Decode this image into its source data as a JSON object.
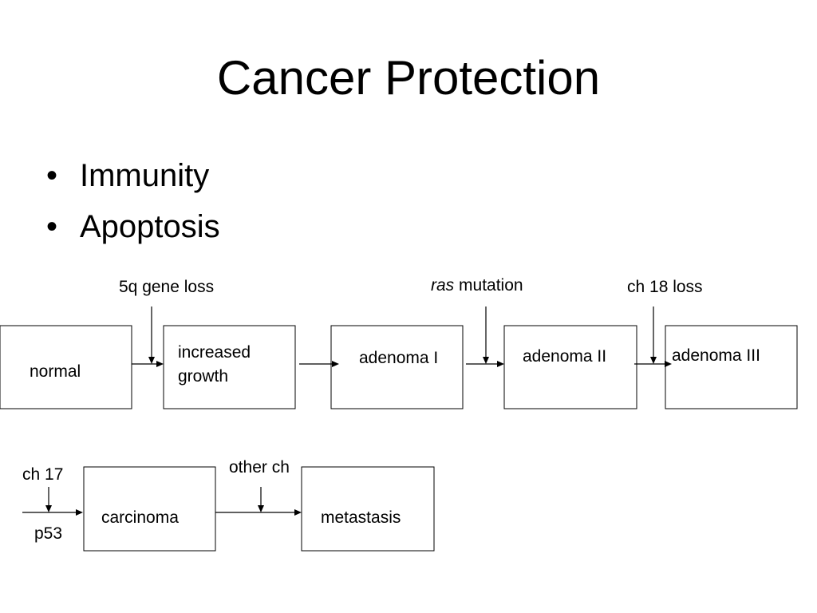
{
  "slide": {
    "title": "Cancer Protection",
    "bullets": [
      "Immunity",
      "Apoptosis"
    ]
  },
  "diagram": {
    "boxes": [
      {
        "id": "normal",
        "lines": [
          "normal"
        ]
      },
      {
        "id": "increased-growth",
        "lines": [
          "increased",
          "growth"
        ]
      },
      {
        "id": "adenoma-1",
        "lines": [
          "adenoma I"
        ]
      },
      {
        "id": "adenoma-2",
        "lines": [
          "adenoma II"
        ]
      },
      {
        "id": "adenoma-3",
        "lines": [
          "adenoma III"
        ]
      },
      {
        "id": "carcinoma",
        "lines": [
          "carcinoma"
        ]
      },
      {
        "id": "metastasis",
        "lines": [
          "metastasis"
        ]
      }
    ],
    "labels": {
      "gene_loss_5q": "5q gene loss",
      "ras_italic": "ras",
      "ras_rest": " mutation",
      "ch18_loss": "ch 18 loss",
      "ch17": "ch 17",
      "p53": "p53",
      "other_ch": "other ch"
    }
  }
}
